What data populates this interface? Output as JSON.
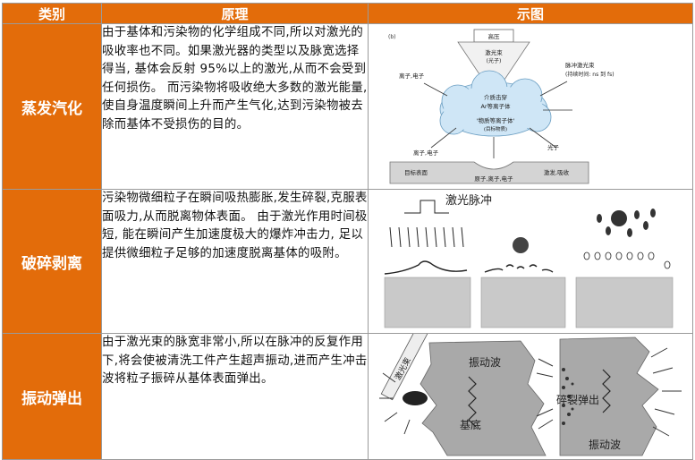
{
  "header": {
    "col1": "类别",
    "col2": "原理",
    "col3": "示图"
  },
  "rows": [
    {
      "category": "蒸发汽化",
      "description": "由于基体和污染物的化学组成不同,所以对激光的吸收率也不同。如果激光器的类型以及脉宽选择得当, 基体会反射 95%以上的激光,从而不会受到任何损伤。 而污染物将吸收绝大多数的激光能量,使自身温度瞬间上升而产生气化,达到污染物被去除而基体不受损伤的目的。",
      "figure": {
        "tag": "(b)",
        "top_label": "高压",
        "beam_label_1": "激光束",
        "beam_label_2": "(光子)",
        "left_label": "离子,电子",
        "right_label_1": "脉冲激光束",
        "right_label_2": "(持续时间: ns 到 fs)",
        "cloud_line_1": "介质击穿",
        "cloud_line_2": "Ar等离子体",
        "cloud_line_3": "'物质等离子体'",
        "cloud_line_4": "(目标物质)",
        "bottom_left_label": "离子,电子",
        "bottom_right_label": "光子",
        "target_label": "目标表面",
        "bottom_center_label": "原子,离子,电子",
        "absorb_label": "激发,吸收"
      }
    },
    {
      "category": "破碎剥离",
      "description": "污染物微细粒子在瞬间吸热膨胀,发生碎裂,克服表面吸力,从而脱离物体表面。 由于激光作用时间极短, 能在瞬间产生加速度极大的爆炸冲击力, 足以提供微细粒子足够的加速度脱离基体的吸附。",
      "figure": {
        "pulse_label": "激光脉冲"
      }
    },
    {
      "category": "振动弹出",
      "description": "由于激光束的脉宽非常小,所以在脉冲的反复作用下,将会使被清洗工件产生超声振动,进而产生冲击波将粒子振碎从基体表面弹出。",
      "figure": {
        "beam_label": "激光束",
        "wave_label_top": "振动波",
        "substrate_label": "基底",
        "broken_label": "碎裂弹出",
        "wave_label_bottom": "振动波"
      }
    }
  ]
}
